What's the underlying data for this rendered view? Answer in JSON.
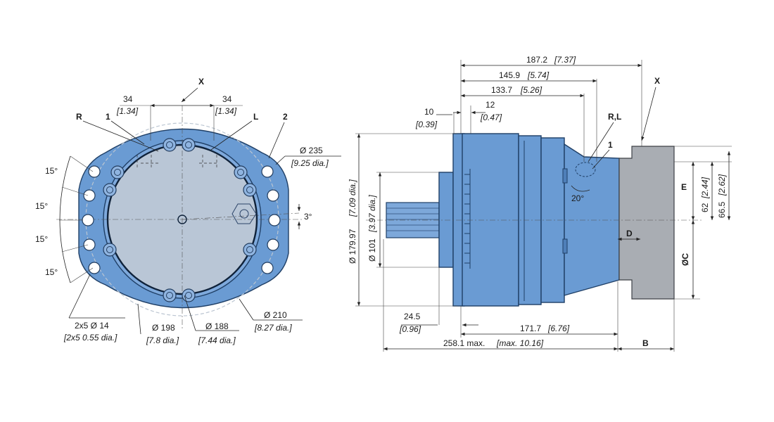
{
  "colors": {
    "body": "#6a9bd3",
    "body_dark": "#1f3f66",
    "face": "#b9c6d6",
    "shaft": "#a9adb3",
    "line": "#222222",
    "background": "#ffffff"
  },
  "front_view": {
    "top_dims": {
      "left_value": "34",
      "left_inch": "[1.34]",
      "right_value": "34",
      "right_inch": "[1.34]"
    },
    "callouts": {
      "x": "X",
      "r": "R",
      "one": "1",
      "l": "L",
      "two": "2"
    },
    "angles": {
      "a1": "15°",
      "a2": "15°",
      "a3": "15°",
      "a4": "15°",
      "tilt": "3°"
    },
    "dia_235": {
      "value": "Ø 235",
      "inch": "[9.25 dia.]"
    },
    "holes": {
      "value": "2x5 Ø 14",
      "inch": "[2x5 0.55 dia.]"
    },
    "dia_198": {
      "value": "Ø 198",
      "inch": "[7.8 dia.]"
    },
    "dia_188": {
      "value": "Ø 188",
      "inch": "[7.44 dia.]"
    },
    "dia_210": {
      "value": "Ø 210",
      "inch": "[8.27 dia.]"
    }
  },
  "side_view": {
    "dim_187": {
      "value": "187.2",
      "inch": "[7.37]"
    },
    "dim_145": {
      "value": "145.9",
      "inch": "[5.74]"
    },
    "dim_133": {
      "value": "133.7",
      "inch": "[5.26]"
    },
    "dim_12": {
      "value": "12",
      "inch": "[0.47]"
    },
    "dim_10": {
      "value": "10",
      "inch": "[0.39]"
    },
    "callouts": {
      "rl": "R,L",
      "one": "1",
      "x": "X",
      "angle": "20°"
    },
    "dia_179": {
      "value": "Ø 179.97",
      "inch": "[7.09 dia.]"
    },
    "dia_101": {
      "value": "Ø 101",
      "inch": "[3.97 dia.]"
    },
    "dim_e": "E",
    "dim_62": {
      "value": "62",
      "inch": "[2.44]"
    },
    "dim_66": {
      "value": "66.5",
      "inch": "[2.62]"
    },
    "dim_d": "D",
    "dim_c": "ØC",
    "dim_24": {
      "value": "24.5",
      "inch": "[0.96]"
    },
    "dim_171": {
      "value": "171.7",
      "inch": "[6.76]"
    },
    "dim_258": {
      "value": "258.1 max.",
      "inch": "[max. 10.16]"
    },
    "dim_b": "B"
  }
}
